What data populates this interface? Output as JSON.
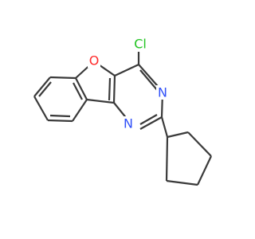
{
  "molecule": {
    "atoms": [
      {
        "label": "O",
        "color": "#ff2a2a"
      },
      {
        "label": "Cl",
        "color": "#22c422"
      },
      {
        "label": "N",
        "color": "#3050f8"
      },
      {
        "label": "N",
        "color": "#3050f8"
      }
    ],
    "bond_color": "#3a3a3a"
  }
}
